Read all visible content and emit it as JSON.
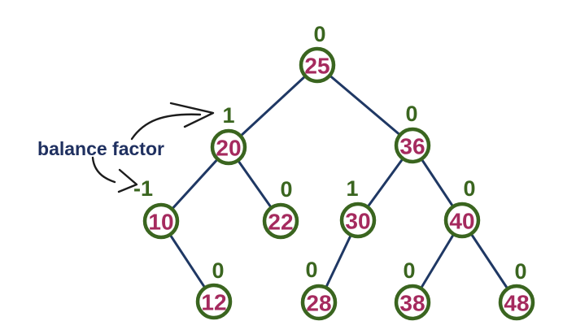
{
  "diagram": {
    "type": "avl-tree",
    "annotation": {
      "label": "balance factor"
    },
    "tree": {
      "nodes": [
        {
          "value": "25",
          "balance_factor": "0"
        },
        {
          "value": "20",
          "balance_factor": "1"
        },
        {
          "value": "36",
          "balance_factor": "0"
        },
        {
          "value": "10",
          "balance_factor": "-1"
        },
        {
          "value": "22",
          "balance_factor": "0"
        },
        {
          "value": "30",
          "balance_factor": "1"
        },
        {
          "value": "40",
          "balance_factor": "0"
        },
        {
          "value": "12",
          "balance_factor": "0"
        },
        {
          "value": "28",
          "balance_factor": "0"
        },
        {
          "value": "38",
          "balance_factor": "0"
        },
        {
          "value": "48",
          "balance_factor": "0"
        }
      ],
      "edges": [
        {
          "from": "25",
          "to": "20",
          "side": "left"
        },
        {
          "from": "25",
          "to": "36",
          "side": "right"
        },
        {
          "from": "20",
          "to": "10",
          "side": "left"
        },
        {
          "from": "20",
          "to": "22",
          "side": "right"
        },
        {
          "from": "36",
          "to": "30",
          "side": "left"
        },
        {
          "from": "36",
          "to": "40",
          "side": "right"
        },
        {
          "from": "10",
          "to": "12",
          "side": "right"
        },
        {
          "from": "30",
          "to": "28",
          "side": "left"
        },
        {
          "from": "40",
          "to": "38",
          "side": "left"
        },
        {
          "from": "40",
          "to": "48",
          "side": "right"
        }
      ]
    },
    "colors": {
      "background": "#ffffff",
      "node_border": "#3a651f",
      "node_fill": "#ffffff",
      "node_value_text": "#a52a5e",
      "balance_factor_text": "#3a651f",
      "edge": "#1f3864",
      "annotation_text": "#1f3060",
      "arrow": "#1c1c1c"
    }
  }
}
